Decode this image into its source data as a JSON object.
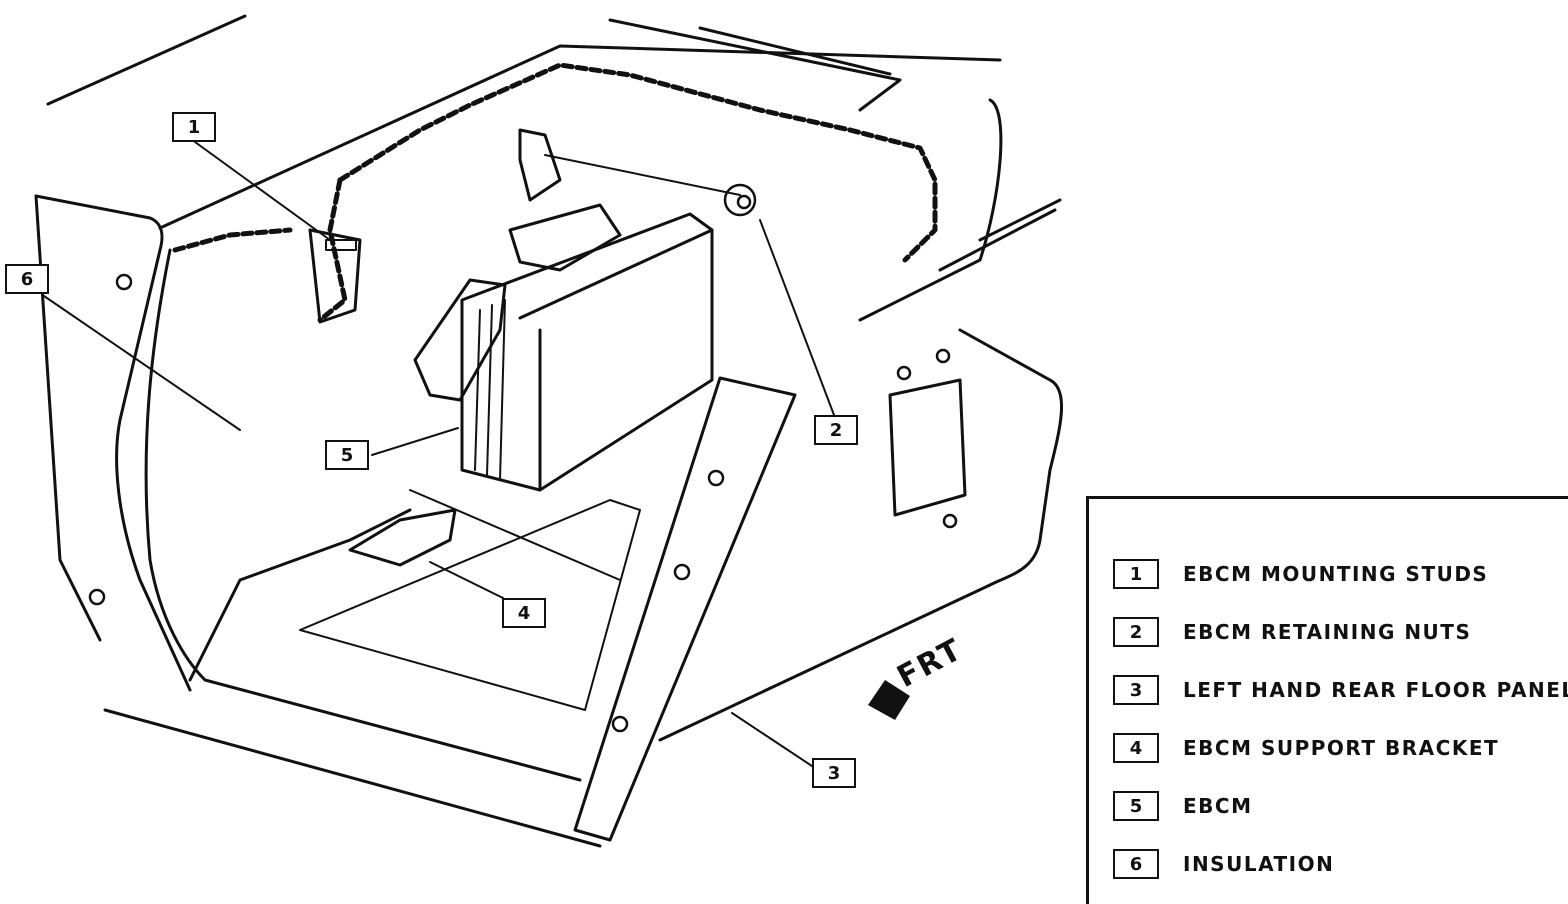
{
  "callouts": [
    {
      "id": "callout-1",
      "label": "1"
    },
    {
      "id": "callout-2",
      "label": "2"
    },
    {
      "id": "callout-3",
      "label": "3"
    },
    {
      "id": "callout-4",
      "label": "4"
    },
    {
      "id": "callout-5",
      "label": "5"
    },
    {
      "id": "callout-6",
      "label": "6"
    }
  ],
  "legend": {
    "items": [
      {
        "num": "1",
        "text": "EBCM MOUNTING STUDS"
      },
      {
        "num": "2",
        "text": "EBCM RETAINING NUTS"
      },
      {
        "num": "3",
        "text": "LEFT HAND REAR FLOOR PANEL"
      },
      {
        "num": "4",
        "text": "EBCM SUPPORT BRACKET"
      },
      {
        "num": "5",
        "text": "EBCM"
      },
      {
        "num": "6",
        "text": "INSULATION"
      }
    ]
  },
  "frt_label": "FRT",
  "colors": {
    "ink": "#111111",
    "paper": "#ffffff"
  }
}
